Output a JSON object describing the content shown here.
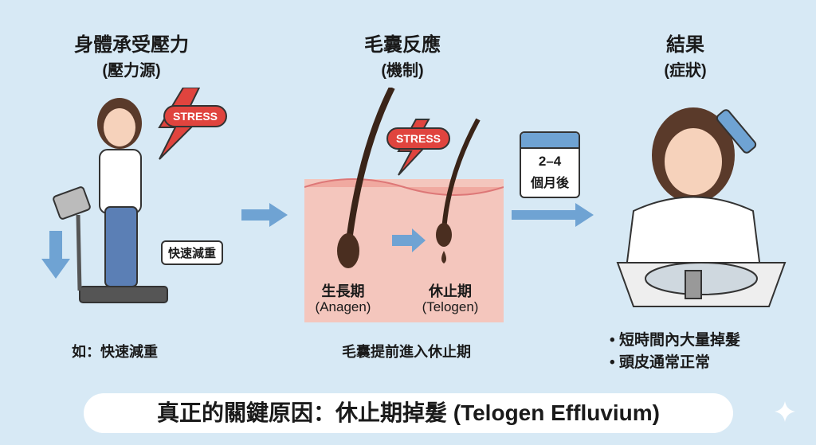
{
  "panels": [
    {
      "title": "身體承受壓力",
      "subtitle": "(壓力源)",
      "badge": "STRESS",
      "callout": "快速減重",
      "caption": "如：快速減重"
    },
    {
      "title": "毛囊反應",
      "subtitle": "(機制)",
      "badge": "STRESS",
      "phase1": "生長期",
      "phase1_en": "(Anagen)",
      "phase2": "休止期",
      "phase2_en": "(Telogen)",
      "caption": "毛囊提前進入休止期"
    },
    {
      "title": "結果",
      "subtitle": "(症狀)",
      "bullets": [
        "短時間內大量掉髮",
        "頭皮通常正常"
      ]
    }
  ],
  "calendar": {
    "range": "2–4",
    "unit": "個月後"
  },
  "conclusion": "真正的關鍵原因：休止期掉髮 (Telogen Effluvium)",
  "colors": {
    "background": "#d7e9f5",
    "stress": "#e0443e",
    "arrow": "#6fa3d3",
    "skin": "#f4c6bd"
  }
}
